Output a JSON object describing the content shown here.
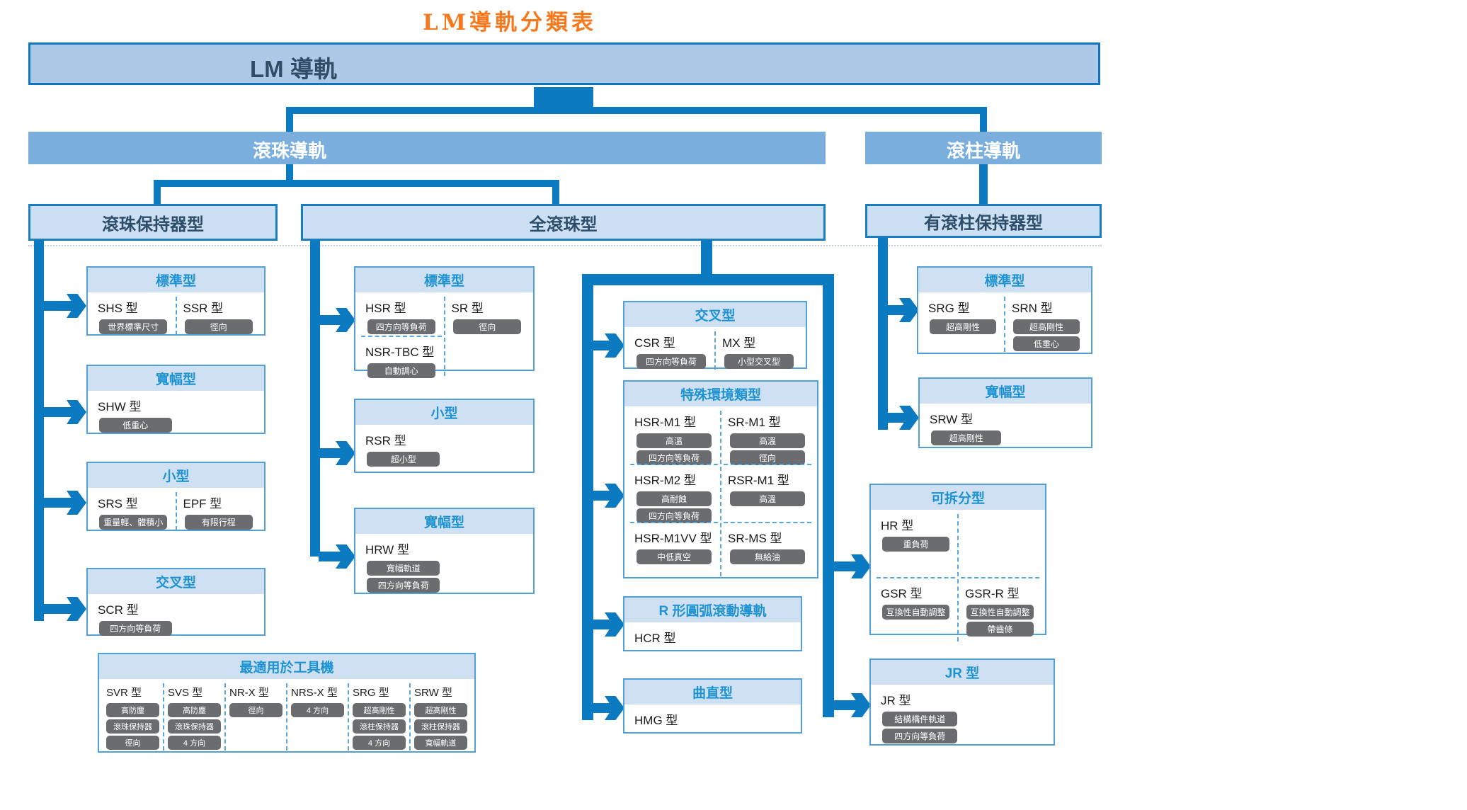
{
  "title": "LM導軌分類表",
  "root": {
    "label": "LM 導軌"
  },
  "branches": {
    "ball": "滾珠導軌",
    "roller": "滾柱導軌"
  },
  "groups": {
    "ball_cage": "滾珠保持器型",
    "full_ball": "全滾珠型",
    "roller_cage": "有滾柱保持器型"
  },
  "colors": {
    "accent_blue": "#0c7ac0",
    "bar_fill": "#79aedd",
    "root_fill": "#adc9e8",
    "header_fill": "#cfe0f2",
    "header_text": "#1e93d2",
    "tag_fill": "#6a6c6f",
    "title_orange": "#f4791f"
  },
  "type_boxes": {
    "bk_standard": {
      "title": "標準型",
      "columns": [
        [
          {
            "name": "SHS 型",
            "tags": [
              "世界標準尺寸"
            ]
          }
        ],
        [
          {
            "name": "SSR 型",
            "tags": [
              "徑向"
            ]
          }
        ]
      ]
    },
    "bk_wide": {
      "title": "寬幅型",
      "columns": [
        [
          {
            "name": "SHW 型",
            "tags": [
              "低重心"
            ]
          }
        ]
      ]
    },
    "bk_mini": {
      "title": "小型",
      "columns": [
        [
          {
            "name": "SRS 型",
            "tags": [
              "重量輕、體積小"
            ]
          }
        ],
        [
          {
            "name": "EPF 型",
            "tags": [
              "有限行程"
            ]
          }
        ]
      ]
    },
    "bk_cross": {
      "title": "交叉型",
      "columns": [
        [
          {
            "name": "SCR 型",
            "tags": [
              "四方向等負荷"
            ]
          }
        ]
      ]
    },
    "machine_tool": {
      "title": "最適用於工具機",
      "columns": [
        [
          {
            "name": "SVR 型",
            "tags": [
              "高防塵",
              "滾珠保持器",
              "徑向"
            ]
          }
        ],
        [
          {
            "name": "SVS 型",
            "tags": [
              "高防塵",
              "滾珠保持器",
              "4 方向"
            ]
          }
        ],
        [
          {
            "name": "NR-X 型",
            "tags": [
              "徑向"
            ]
          }
        ],
        [
          {
            "name": "NRS-X 型",
            "tags": [
              "4 方向"
            ]
          }
        ],
        [
          {
            "name": "SRG 型",
            "tags": [
              "超高剛性",
              "滾柱保持器",
              "4 方向"
            ]
          }
        ],
        [
          {
            "name": "SRW 型",
            "tags": [
              "超高剛性",
              "滾柱保持器",
              "寬幅軌道"
            ]
          }
        ]
      ]
    },
    "fb_standard": {
      "title": "標準型",
      "columns": [
        [
          {
            "name": "HSR 型",
            "tags": [
              "四方向等負荷"
            ]
          },
          {
            "name": "NSR-TBC 型",
            "tags": [
              "自動調心"
            ]
          }
        ],
        [
          {
            "name": "SR 型",
            "tags": [
              "徑向"
            ]
          }
        ]
      ]
    },
    "fb_mini": {
      "title": "小型",
      "columns": [
        [
          {
            "name": "RSR 型",
            "tags": [
              "超小型"
            ]
          }
        ]
      ]
    },
    "fb_wide": {
      "title": "寬幅型",
      "columns": [
        [
          {
            "name": "HRW 型",
            "tags": [
              "寬幅軌道",
              "四方向等負荷"
            ]
          }
        ]
      ]
    },
    "fb_cross": {
      "title": "交叉型",
      "columns": [
        [
          {
            "name": "CSR 型",
            "tags": [
              "四方向等負荷"
            ]
          }
        ],
        [
          {
            "name": "MX 型",
            "tags": [
              "小型交叉型"
            ]
          }
        ]
      ]
    },
    "fb_special": {
      "title": "特殊環境類型",
      "columns": [
        [
          {
            "name": "HSR-M1 型",
            "tags": [
              "高溫",
              "四方向等負荷"
            ]
          },
          {
            "name": "HSR-M2 型",
            "tags": [
              "高耐蝕",
              "四方向等負荷"
            ]
          },
          {
            "name": "HSR-M1VV 型",
            "tags": [
              "中低真空"
            ]
          }
        ],
        [
          {
            "name": "SR-M1 型",
            "tags": [
              "高溫",
              "徑向"
            ]
          },
          {
            "name": "RSR-M1 型",
            "tags": [
              "高溫"
            ]
          },
          {
            "name": "SR-MS 型",
            "tags": [
              "無給油"
            ]
          }
        ]
      ]
    },
    "fb_r_arc": {
      "title": "R 形圓弧滾動導軌",
      "columns": [
        [
          {
            "name": "HCR 型",
            "tags": []
          }
        ]
      ]
    },
    "fb_curved": {
      "title": "曲直型",
      "columns": [
        [
          {
            "name": "HMG 型",
            "tags": []
          }
        ]
      ]
    },
    "fb_separable": {
      "title": "可拆分型",
      "columns": [
        [
          {
            "name": "HR 型",
            "tags": [
              "重負荷"
            ]
          },
          {
            "name": "GSR 型",
            "tags": [
              "互換性自動調整"
            ]
          }
        ],
        [
          null,
          {
            "name": "GSR-R 型",
            "tags": [
              "互換性自動調整",
              "帶齒條"
            ]
          }
        ]
      ]
    },
    "fb_jr": {
      "title": "JR 型",
      "columns": [
        [
          {
            "name": "JR 型",
            "tags": [
              "結構構件軌道",
              "四方向等負荷"
            ]
          }
        ]
      ]
    },
    "rc_standard": {
      "title": "標準型",
      "columns": [
        [
          {
            "name": "SRG 型",
            "tags": [
              "超高剛性"
            ]
          }
        ],
        [
          {
            "name": "SRN 型",
            "tags": [
              "超高剛性",
              "低重心"
            ]
          }
        ]
      ]
    },
    "rc_wide": {
      "title": "寬幅型",
      "columns": [
        [
          {
            "name": "SRW 型",
            "tags": [
              "超高剛性"
            ]
          }
        ]
      ]
    }
  }
}
